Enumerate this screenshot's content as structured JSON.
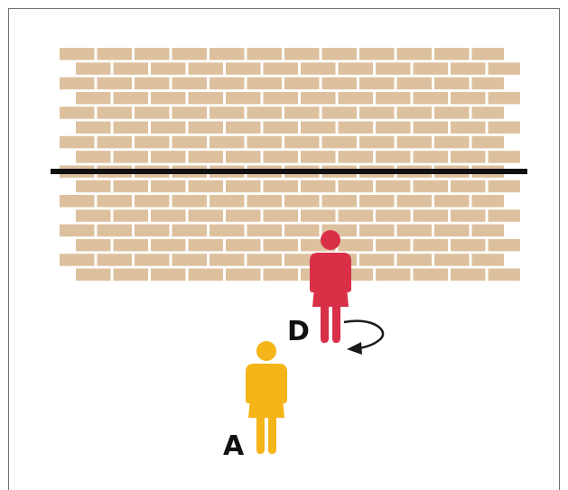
{
  "colors": {
    "brick": "#ddc19e",
    "mortar": "#ffffff",
    "line": "#111111",
    "person_a": "#f5b417",
    "person_d": "#d93048",
    "arrow": "#1a1a1a"
  },
  "people": [
    {
      "id": "A",
      "label": "A",
      "color_key": "person_a"
    },
    {
      "id": "D",
      "label": "D",
      "color_key": "person_d"
    }
  ],
  "icons": {
    "wall": "brick-wall",
    "rotation": "curved-arrow"
  }
}
